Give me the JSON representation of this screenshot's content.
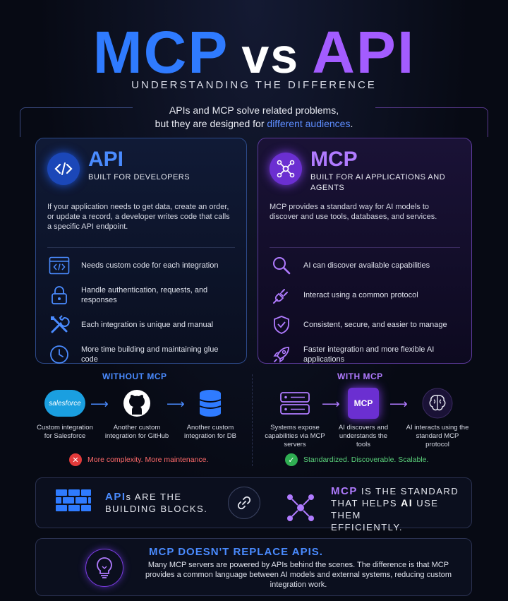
{
  "header": {
    "title_left": "MCP",
    "title_mid": "vs",
    "title_right": "API",
    "subtitle": "UNDERSTANDING THE DIFFERENCE",
    "intro_line1": "APIs and MCP solve related problems,",
    "intro_line2a": "but they are designed for ",
    "intro_highlight": "different audiences",
    "intro_line2b": "."
  },
  "api_panel": {
    "title": "API",
    "subtitle": "BUILT FOR DEVELOPERS",
    "description": "If your application needs to get data, create an order, or update a record, a developer writes code that calls a specific API endpoint.",
    "items": [
      {
        "icon": "code-window-icon",
        "text": "Needs custom code for each integration"
      },
      {
        "icon": "lock-icon",
        "text": "Handle authentication, requests, and responses"
      },
      {
        "icon": "tools-icon",
        "text": "Each integration is unique and manual"
      },
      {
        "icon": "clock-icon",
        "text": "More time building and maintaining glue code"
      }
    ]
  },
  "mcp_panel": {
    "title": "MCP",
    "subtitle": "BUILT FOR AI APPLICATIONS AND AGENTS",
    "description": "MCP provides a standard way for AI models to discover and use tools, databases, and services.",
    "items": [
      {
        "icon": "magnifier-icon",
        "text": "AI can discover available capabilities"
      },
      {
        "icon": "plug-icon",
        "text": "Interact using a common protocol"
      },
      {
        "icon": "shield-icon",
        "text": "Consistent, secure, and easier to manage"
      },
      {
        "icon": "rocket-icon",
        "text": "Faster integration and more flexible AI applications"
      }
    ]
  },
  "without_mcp": {
    "label": "WITHOUT MCP",
    "nodes": [
      {
        "badge": "salesforce",
        "text": "Custom integration for Salesforce"
      },
      {
        "text": "Another custom integration for GitHub"
      },
      {
        "text": "Another custom integration for DB"
      }
    ],
    "status": "More complexity. More maintenance."
  },
  "with_mcp": {
    "label": "WITH MCP",
    "nodes": [
      {
        "text": "Systems expose capabilities via MCP servers"
      },
      {
        "badge": "MCP",
        "text": "AI discovers and understands the tools"
      },
      {
        "text": "AI interacts using the standard MCP protocol"
      }
    ],
    "status": "Standardized. Discoverable. Scalable."
  },
  "building_blocks": {
    "left_strong": "API",
    "left_rest1": "s ARE THE",
    "left_rest2": "BUILDING BLOCKS.",
    "right_strong": "MCP",
    "right_rest1": " IS THE STANDARD",
    "right_rest2a": "THAT HELPS ",
    "right_ai": "AI",
    "right_rest2b": " USE THEM",
    "right_rest3": "EFFICIENTLY."
  },
  "bottom": {
    "title": "MCP DOESN'T REPLACE APIS.",
    "body": "Many MCP servers are powered by APIs behind the scenes. The difference is that MCP provides a common language between AI models and external systems, reducing custom integration work."
  },
  "colors": {
    "blue": "#4a8bff",
    "purple": "#b07bff",
    "red": "#e23a3a",
    "green": "#2fae52"
  }
}
